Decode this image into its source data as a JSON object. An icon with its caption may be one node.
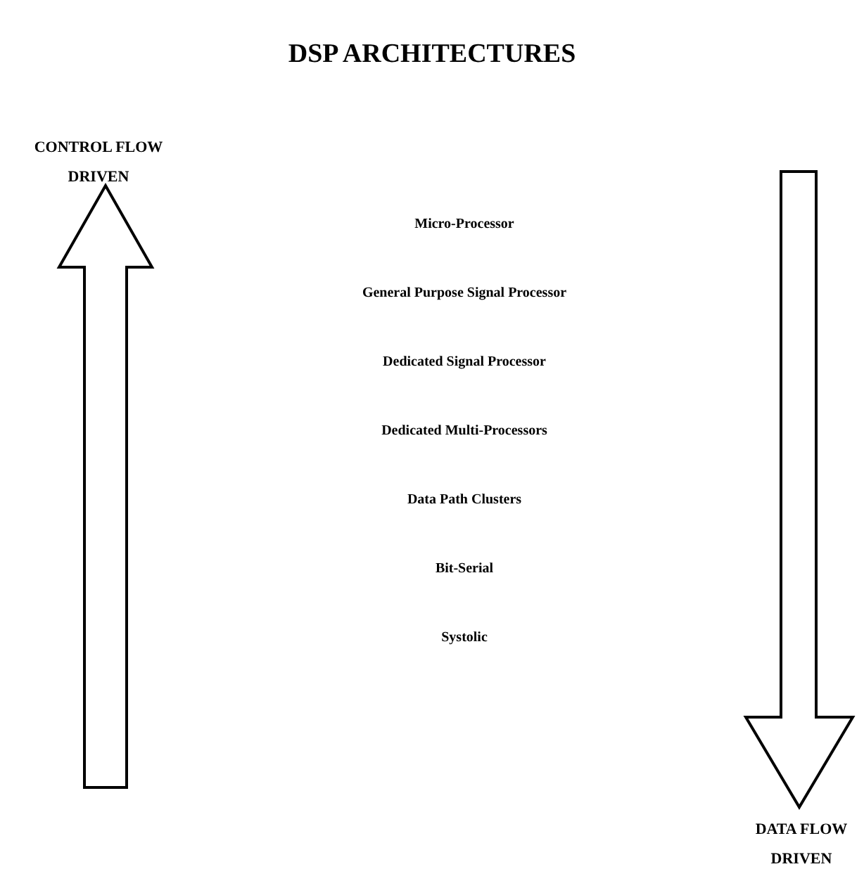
{
  "diagram": {
    "title": "DSP ARCHITECTURES",
    "labels": [
      "CONTROL FLOW DRIVEN",
      "Micro-Processor",
      "General Purpose Signal Processor",
      "Dedicated Signal Processor",
      "Dedicated Multi-Processors",
      "Data Path Clusters",
      "Bit-Serial",
      "Systolic",
      "DATA FLOW DRIVEN"
    ]
  }
}
